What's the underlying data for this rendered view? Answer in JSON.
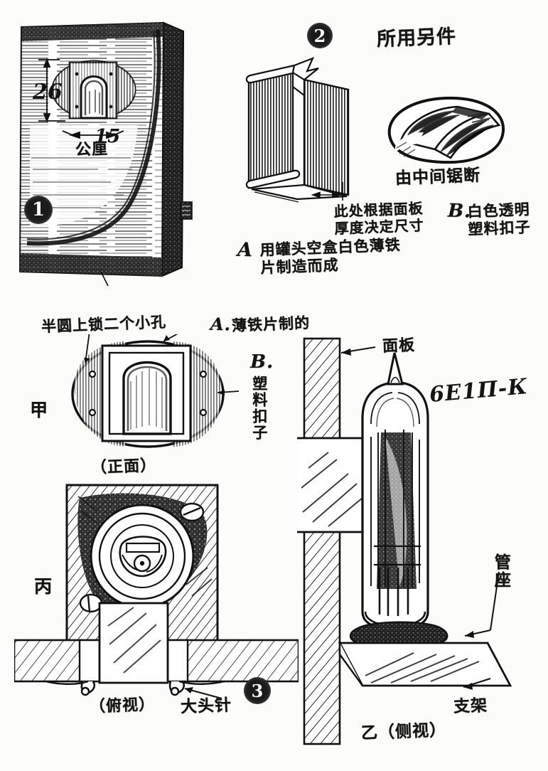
{
  "document": {
    "kind": "hand-drawn-technical-illustration",
    "title_implied": "6Е1П-К 电子管面板安装图",
    "background_color": "#fcfcfa",
    "ink_color": "#141414"
  },
  "steps": [
    {
      "number": "1",
      "position": "figure-1-bottom-left"
    },
    {
      "number": "2",
      "position": "figure-2-top-right",
      "heading": "所用另件"
    },
    {
      "number": "3",
      "position": "figure-3-bottom-right"
    }
  ],
  "figure1": {
    "dimension_height": "26",
    "dimension_width": "15",
    "unit_label": "公厘",
    "step_badge": "1"
  },
  "figure2": {
    "heading": "所用另件",
    "step_badge": "2",
    "note_panel_thickness": "此处根据面板\n厚度决定尺寸",
    "note_part_a": "用罐头空盒白色薄铁\n片制造而成",
    "part_a_letter": "A",
    "note_saw": "由中间锯断",
    "part_b_letter": "B.",
    "note_part_b": "白色透明\n塑料扣子"
  },
  "figure3": {
    "step_badge": "3",
    "note_holes": "半圆上锁二个小孔",
    "part_a_letter": "A.",
    "note_part_a": "薄铁片制的",
    "part_b_letter": "B.",
    "note_part_b": "塑料扣子",
    "view_jia": "甲",
    "view_jia_caption": "（正面）",
    "view_bing": "丙",
    "view_bing_caption": "（俯视）",
    "note_pin": "大头针",
    "view_yi_caption": "乙（侧视）",
    "note_panel": "面板",
    "tube_type": "6Е1П-К",
    "note_socket": "管座",
    "note_bracket": "支架"
  },
  "colors": {
    "ink": "#141414",
    "paper": "#fcfcfa",
    "hatch": "#1a1a1a",
    "shadow_fill": "#2a2a2a"
  }
}
